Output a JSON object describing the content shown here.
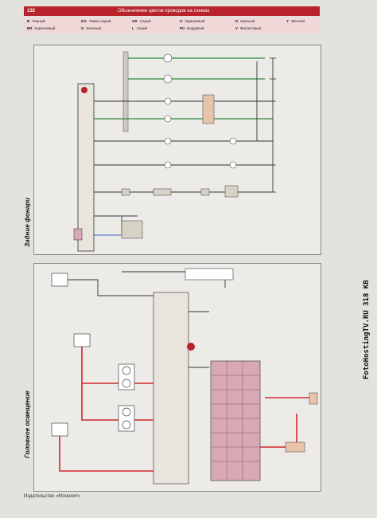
{
  "header": {
    "page_number": "132",
    "title": "Обозначение цветов проводов на схемах"
  },
  "wire_color_legend": [
    {
      "code": "B",
      "label": "Черный"
    },
    {
      "code": "BR",
      "label": "Коричневый"
    },
    {
      "code": "DG",
      "label": "Темно-серый"
    },
    {
      "code": "G",
      "label": "Зеленый"
    },
    {
      "code": "GR",
      "label": "Серый"
    },
    {
      "code": "L",
      "label": "Синий"
    },
    {
      "code": "O",
      "label": "Оранжевый"
    },
    {
      "code": "PU",
      "label": "Бордовый"
    },
    {
      "code": "R",
      "label": "Красный"
    },
    {
      "code": "V",
      "label": "Фиолетовый"
    },
    {
      "code": "Y",
      "label": "Желтый"
    }
  ],
  "sections": {
    "rear_lights": "Задние фонари",
    "headlights": "Головное освещение"
  },
  "footer": "Издательство «Монолит»",
  "watermark": "FotoHostingTV.RU  318 KB",
  "colors": {
    "header_red": "#b8232b",
    "legend_pink": "#f0d8d8",
    "wire_red": "#d0262c",
    "wire_green": "#2f8a3b",
    "wire_blue": "#3b5fb8",
    "module_pink": "#d8a9b4"
  }
}
